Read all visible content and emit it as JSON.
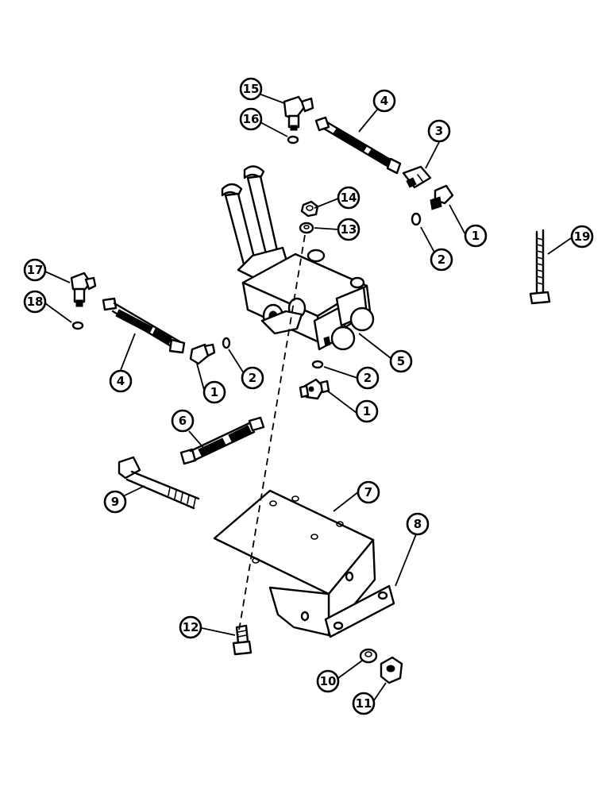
{
  "callouts": [
    {
      "id": "c15",
      "label": "15"
    },
    {
      "id": "c16",
      "label": "16"
    },
    {
      "id": "c4a",
      "label": "4"
    },
    {
      "id": "c3",
      "label": "3"
    },
    {
      "id": "c14",
      "label": "14"
    },
    {
      "id": "c13",
      "label": "13"
    },
    {
      "id": "c1a",
      "label": "1"
    },
    {
      "id": "c2a",
      "label": "2"
    },
    {
      "id": "c19",
      "label": "19"
    },
    {
      "id": "c17",
      "label": "17"
    },
    {
      "id": "c18",
      "label": "18"
    },
    {
      "id": "c4b",
      "label": "4"
    },
    {
      "id": "c2b",
      "label": "2"
    },
    {
      "id": "c1b",
      "label": "1"
    },
    {
      "id": "c5",
      "label": "5"
    },
    {
      "id": "c2c",
      "label": "2"
    },
    {
      "id": "c1c",
      "label": "1"
    },
    {
      "id": "c6",
      "label": "6"
    },
    {
      "id": "c7",
      "label": "7"
    },
    {
      "id": "c8",
      "label": "8"
    },
    {
      "id": "c9",
      "label": "9"
    },
    {
      "id": "c12",
      "label": "12"
    },
    {
      "id": "c10",
      "label": "10"
    },
    {
      "id": "c11",
      "label": "11"
    }
  ]
}
